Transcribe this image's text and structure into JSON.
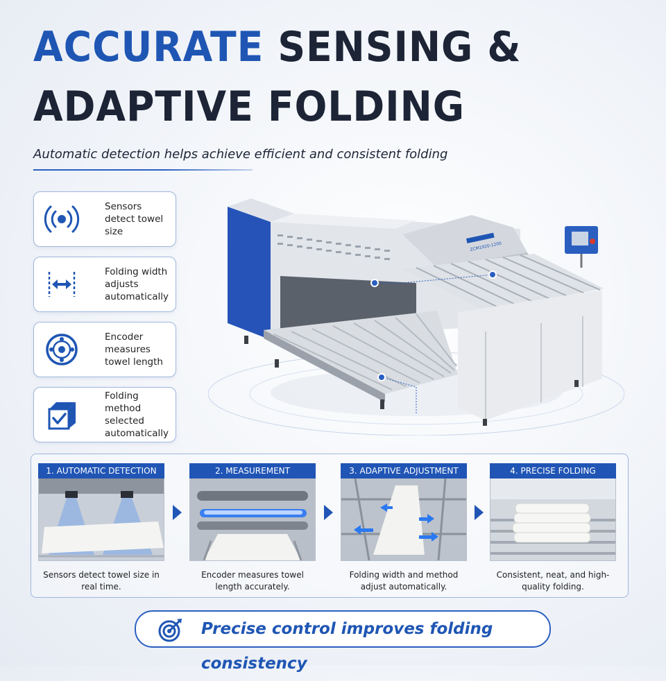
{
  "headline": {
    "line1_accent": "ACCURATE",
    "line1_rest": " SENSING &",
    "line2": "ADAPTIVE FOLDING"
  },
  "subtitle": "Automatic detection helps achieve efficient and consistent folding",
  "features": [
    {
      "icon": "sensor-waves-icon",
      "text": "Sensors detect towel size"
    },
    {
      "icon": "width-arrows-icon",
      "text": "Folding width adjusts automatically"
    },
    {
      "icon": "encoder-wheel-icon",
      "text": "Encoder measures towel length"
    },
    {
      "icon": "box-check-icon",
      "text": "Folding method selected automatically"
    }
  ],
  "machine": {
    "model_label": "ZCM1920-1200"
  },
  "steps": [
    {
      "title": "1. AUTOMATIC DETECTION",
      "caption": "Sensors detect towel size in real time."
    },
    {
      "title": "2. MEASUREMENT",
      "caption": "Encoder measures towel length accurately."
    },
    {
      "title": "3. ADAPTIVE ADJUSTMENT",
      "caption": "Folding width and method adjust automatically."
    },
    {
      "title": "4. PRECISE FOLDING",
      "caption": "Consistent, neat, and high-quality folding."
    }
  ],
  "banner": {
    "icon": "target-icon",
    "text": "Precise control improves folding consistency"
  },
  "colors": {
    "accent": "#1f56b4",
    "dark_text": "#1c2436",
    "header_blue": "#2055b5"
  }
}
